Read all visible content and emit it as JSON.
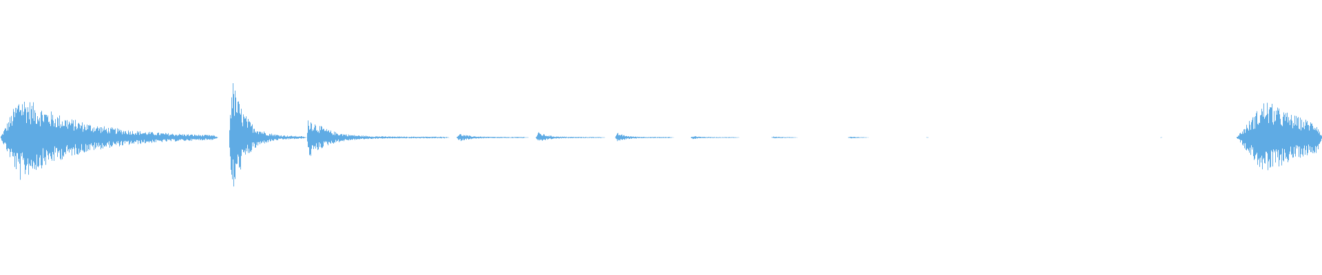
{
  "waveform": {
    "color": "#5fabe4",
    "background": "#ffffff",
    "amplitude_range": [
      -1,
      1
    ],
    "segments": [
      {
        "start": 0.0,
        "end": 0.165,
        "peak": 0.32,
        "attack": 0.015,
        "decay": 0.045,
        "floor": 0.006
      },
      {
        "start": 0.173,
        "end": 0.232,
        "peak": 0.46,
        "attack": 0.002,
        "decay": 0.01,
        "floor": 0.008
      },
      {
        "start": 0.232,
        "end": 0.34,
        "peak": 0.16,
        "attack": 0.001,
        "decay": 0.014,
        "floor": 0.006
      },
      {
        "start": 0.345,
        "end": 0.4,
        "peak": 0.03,
        "attack": 0.002,
        "decay": 0.008,
        "floor": 0.004
      },
      {
        "start": 0.405,
        "end": 0.458,
        "peak": 0.04,
        "attack": 0.002,
        "decay": 0.007,
        "floor": 0.004
      },
      {
        "start": 0.465,
        "end": 0.51,
        "peak": 0.035,
        "attack": 0.002,
        "decay": 0.006,
        "floor": 0.004
      },
      {
        "start": 0.522,
        "end": 0.56,
        "peak": 0.012,
        "attack": 0.002,
        "decay": 0.006,
        "floor": 0.003
      },
      {
        "start": 0.583,
        "end": 0.604,
        "peak": 0.008,
        "attack": 0.002,
        "decay": 0.006,
        "floor": 0.002
      },
      {
        "start": 0.641,
        "end": 0.658,
        "peak": 0.008,
        "attack": 0.002,
        "decay": 0.004,
        "floor": 0.002
      },
      {
        "start": 0.7,
        "end": 0.703,
        "peak": 0.004,
        "attack": 0.001,
        "decay": 0.002,
        "floor": 0.001
      },
      {
        "start": 0.877,
        "end": 0.88,
        "peak": 0.004,
        "attack": 0.001,
        "decay": 0.002,
        "floor": 0.001
      },
      {
        "start": 0.935,
        "end": 1.0,
        "peak": 0.28,
        "attack": 0.022,
        "decay": 0.035,
        "floor": 0.03
      }
    ]
  }
}
